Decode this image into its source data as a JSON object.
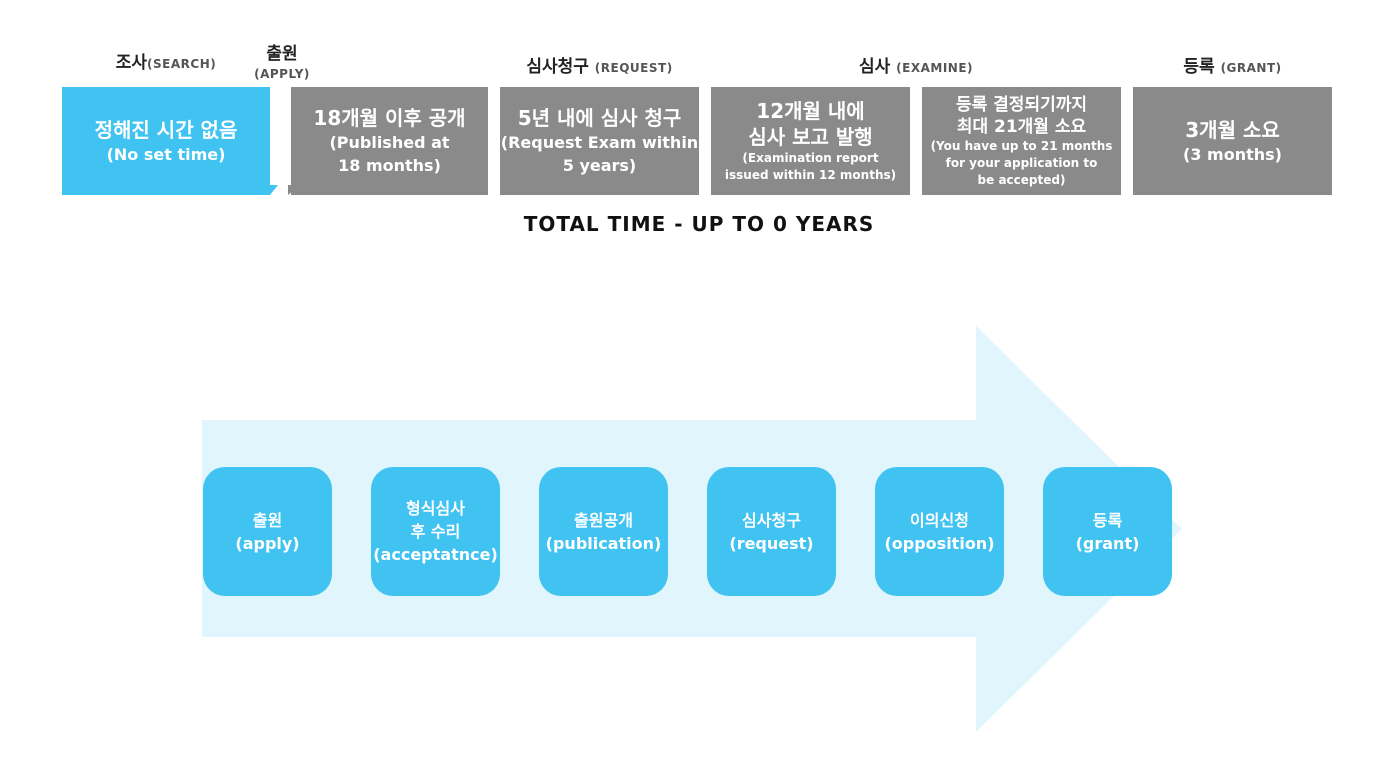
{
  "stages": [
    {
      "ko": "조사",
      "en": "(SEARCH)",
      "box_main": "정해진 시간 없음",
      "box_sub": "(No set time)"
    },
    {
      "ko": "출원",
      "en": "(APPLY)",
      "box_main": "18개월 이후 공개",
      "box_sub": "(Published at\n18 months)"
    },
    {
      "ko": "심사청구",
      "en": "(REQUEST)",
      "box_main": "5년 내에 심사 청구",
      "box_sub": "(Request Exam within\n5 years)"
    },
    {
      "ko": "심사",
      "en": "(EXAMINE)",
      "box_main": "12개월 내에\n심사 보고 발행",
      "box_sub": "(Examination report\nissued within 12 months)"
    },
    {
      "ko": "",
      "en": "",
      "box_main": "등록 결정되기까지\n최대 21개월 소요",
      "box_sub": "(You have up to 21 months\nfor your application to\nbe accepted)"
    },
    {
      "ko": "등록",
      "en": "(GRANT)",
      "box_main": "3개월 소요",
      "box_sub": "(3 months)"
    }
  ],
  "total_time": "TOTAL TIME - UP TO 0 YEARS",
  "steps": [
    {
      "label": "출원\n(apply)"
    },
    {
      "label": "형식심사\n후 수리\n(acceptatnce)"
    },
    {
      "label": "출원공개\n(publication)"
    },
    {
      "label": "심사청구\n(request)"
    },
    {
      "label": "이의신청\n(opposition)"
    },
    {
      "label": "등록\n(grant)"
    }
  ],
  "colors": {
    "active": "#41c3f2",
    "inactive": "#8a8a8a",
    "arrow": "#e1f5fc"
  }
}
